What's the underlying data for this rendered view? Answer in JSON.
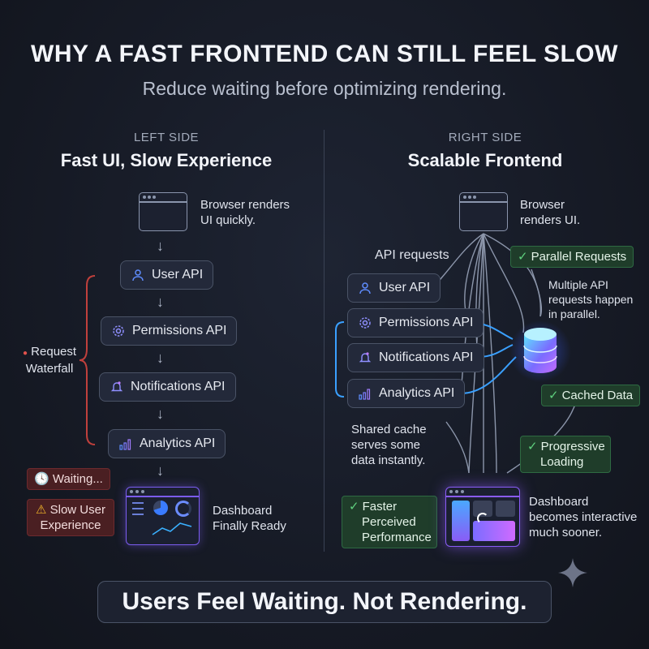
{
  "header": {
    "title": "WHY A FAST FRONTEND CAN STILL FEEL SLOW",
    "subtitle": "Reduce waiting before optimizing rendering."
  },
  "left": {
    "tag": "LEFT SIDE",
    "title": "Fast UI, Slow Experience",
    "browser_caption": [
      "Browser renders",
      "UI quickly."
    ],
    "apis": [
      "User API",
      "Permissions API",
      "Notifications API",
      "Analytics API"
    ],
    "waterfall_label": [
      "Request",
      "Waterfall"
    ],
    "waiting_badge": "Waiting...",
    "slow_badge": [
      "Slow User",
      "Experience"
    ],
    "dashboard_caption": [
      "Dashboard",
      "Finally Ready"
    ]
  },
  "right": {
    "tag": "RIGHT SIDE",
    "title": "Scalable Frontend",
    "browser_caption": [
      "Browser",
      "renders UI."
    ],
    "api_requests_label": "API requests",
    "parallel_badge": "Parallel Requests",
    "parallel_note": [
      "Multiple API",
      "requests happen",
      "in parallel."
    ],
    "apis": [
      "User API",
      "Permissions API",
      "Notifications API",
      "Analytics API"
    ],
    "cached_badge": "Cached Data",
    "cache_note": [
      "Shared cache",
      "serves some",
      "data instantly."
    ],
    "progressive_badge": [
      "Progressive",
      "Loading"
    ],
    "faster_badge": [
      "Faster",
      "Perceived",
      "Performance"
    ],
    "dashboard_caption": [
      "Dashboard",
      "becomes interactive",
      "much sooner."
    ]
  },
  "footer": {
    "banner": "Users Feel Waiting. Not Rendering."
  },
  "icons": {
    "user": "user-icon",
    "permissions": "gear-icon",
    "notifications": "bell-icon",
    "analytics": "bar-chart-icon",
    "clock": "clock-icon",
    "warning": "warning-icon",
    "check": "check-icon",
    "database": "database-icon",
    "sparkle": "sparkle-icon"
  },
  "colors": {
    "accent_blue": "#3aa0ff",
    "waterfall_red": "#c0403c",
    "green_badge": "#1f3d2a",
    "red_badge": "#4a1f22",
    "dashboard_purple": "#8a5cf6"
  }
}
